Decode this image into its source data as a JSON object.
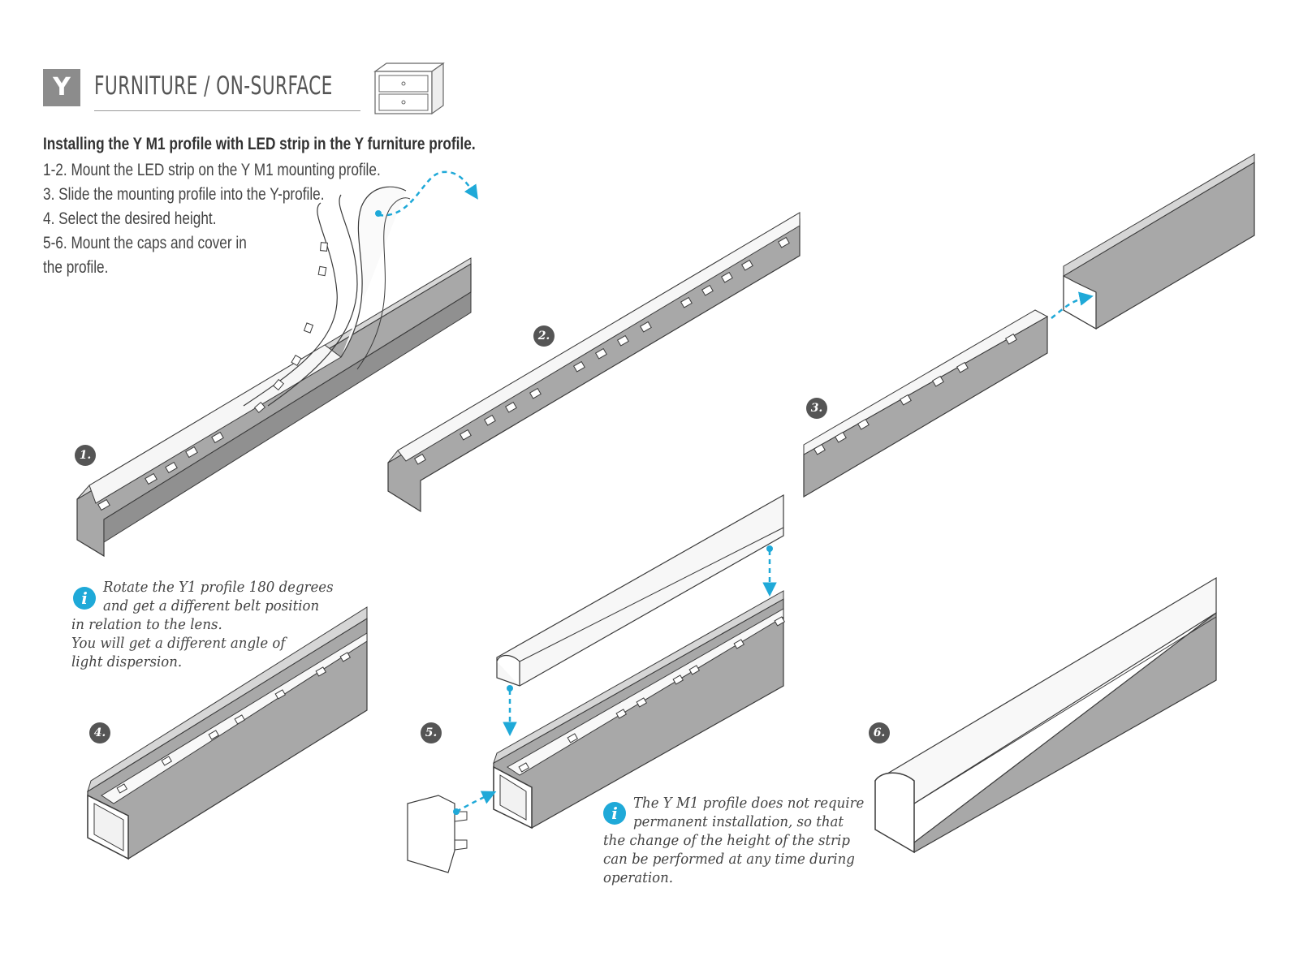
{
  "header": {
    "badge_letter": "Y",
    "title": "FURNITURE / ON-SURFACE",
    "icon": "drawer-cabinet-icon"
  },
  "instructions": {
    "heading": "Installing the Y M1 profile with LED strip in the Y furniture profile.",
    "lines": [
      "1-2. Mount the LED strip on the Y M1 mounting profile.",
      "3. Slide the mounting profile into the Y-profile.",
      "4. Select the desired height.",
      "5-6. Mount the caps and cover in",
      "the profile."
    ]
  },
  "steps": [
    {
      "number": "1."
    },
    {
      "number": "2."
    },
    {
      "number": "3."
    },
    {
      "number": "4."
    },
    {
      "number": "5."
    },
    {
      "number": "6."
    }
  ],
  "notes": {
    "rotate": {
      "icon": "info-icon",
      "lines": [
        "Rotate the Y1 profile 180 degrees",
        "and get a different belt position",
        "in relation to the lens.",
        "You will get a different angle of",
        "light dispersion."
      ]
    },
    "height": {
      "icon": "info-icon",
      "lines": [
        "The Y M1 profile does not require",
        "permanent installation, so that",
        "the change of the height of the strip",
        "can be performed at any time during",
        "operation."
      ]
    }
  },
  "colors": {
    "accent": "#1fa9d8",
    "profile_fill": "#a8a8a8",
    "profile_dark": "#8a8a8a",
    "outline": "#3a3a3a",
    "badge": "#8c8c8c"
  }
}
